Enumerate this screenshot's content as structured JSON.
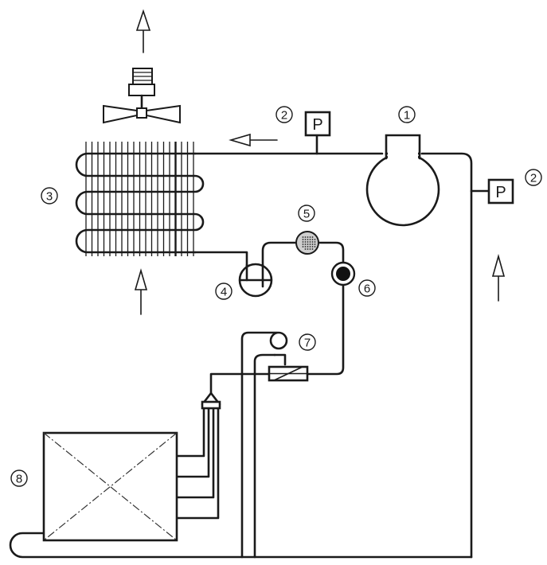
{
  "labels": {
    "compressor": "1",
    "pressure_switch": "2",
    "condenser": "3",
    "receiver": "4",
    "filter_drier": "5",
    "sight_glass": "6",
    "expansion_valve": "7",
    "evaporator": "8"
  },
  "pressure_symbol": "P"
}
